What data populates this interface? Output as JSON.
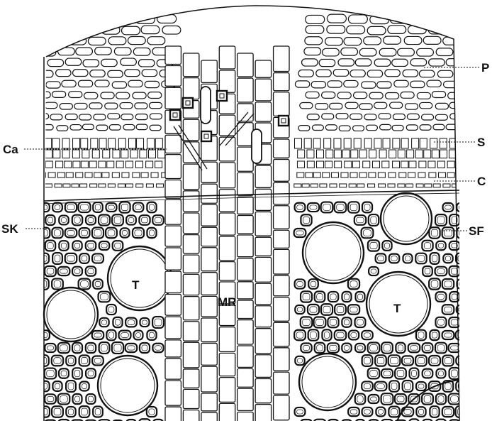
{
  "labels": {
    "p": "P",
    "s": "S",
    "c": "C",
    "sf": "SF",
    "ca": "Ca",
    "sk": "SK",
    "t1": "T",
    "t2": "T",
    "mr": "MR"
  }
}
